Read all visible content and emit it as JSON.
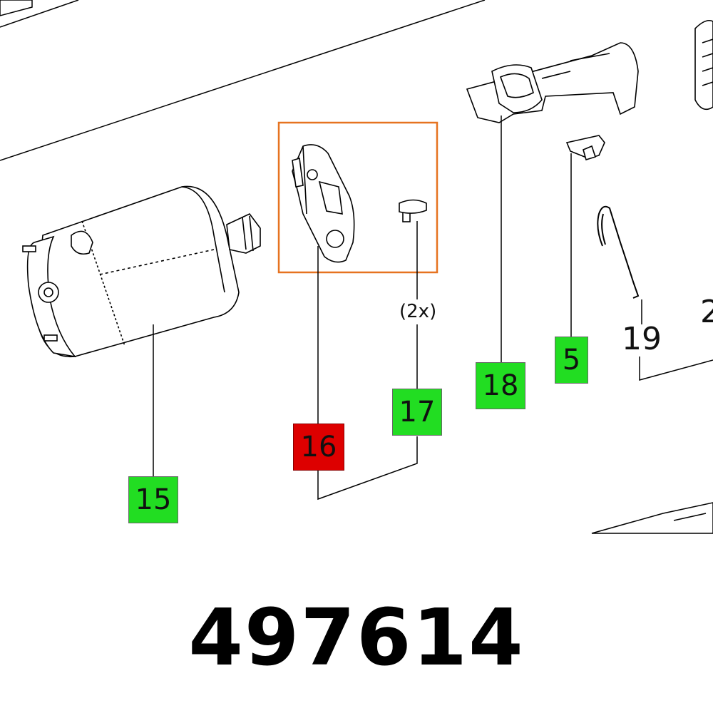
{
  "colors": {
    "highlight_frame": "#e67320",
    "callout_available": "#22dd22",
    "callout_selected": "#dd0000",
    "line": "#000000"
  },
  "callouts": {
    "c15": "15",
    "c16": "16",
    "c17": "17",
    "c18": "18",
    "c5": "5",
    "c19": "19",
    "c2_partial": "2"
  },
  "annotations": {
    "quantity_17": "(2x)"
  },
  "part_number": "497614",
  "icons": {
    "motor": "motor-icon",
    "motor_plate": "motor-plate-icon",
    "screw": "screw-icon",
    "switch_cover": "switch-cover-icon",
    "clip": "clip-icon",
    "spring": "spring-icon"
  }
}
